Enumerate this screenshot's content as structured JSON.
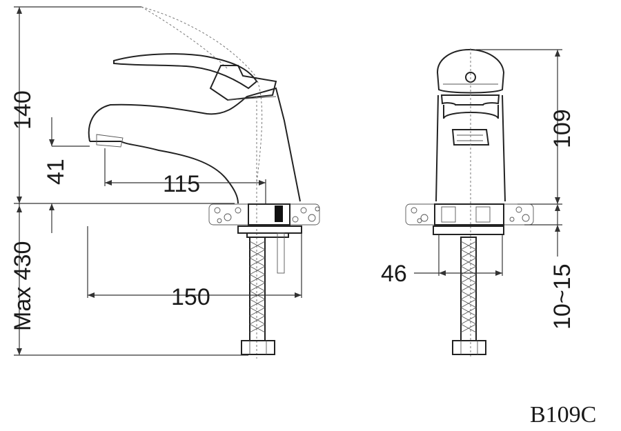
{
  "dimensions": {
    "height_total": "140",
    "spout_height": "41",
    "spout_reach": "115",
    "max_hose": "Max 430",
    "base_reach": "150",
    "front_height": "109",
    "base_width": "46",
    "counter_thickness": "10~15"
  },
  "model_code": "B109C"
}
